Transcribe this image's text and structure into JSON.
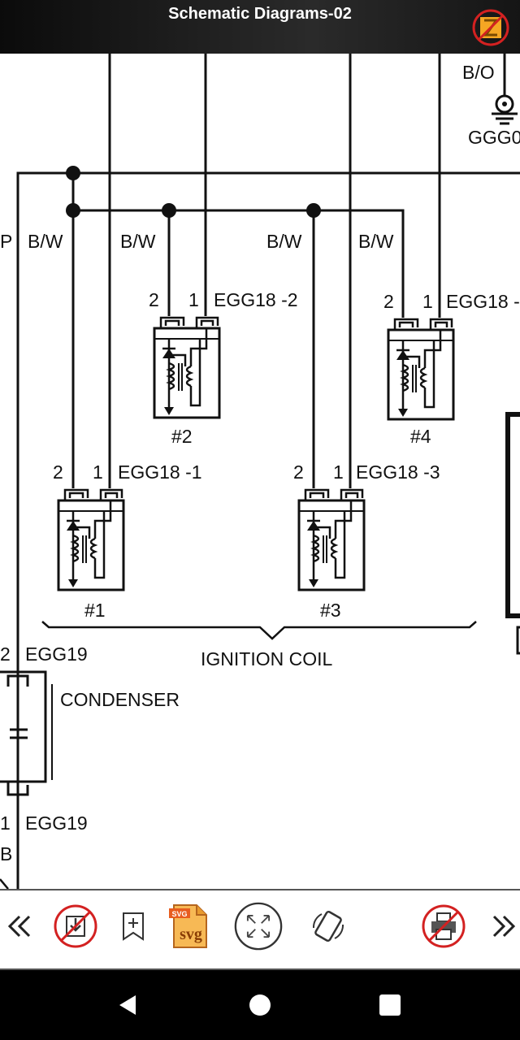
{
  "header": {
    "title": "Schematic Diagrams-02"
  },
  "diagram": {
    "wire_labels": {
      "bo": "B/O",
      "p": "P",
      "bw1": "B/W",
      "bw2": "B/W",
      "bw3": "B/W",
      "bw4": "B/W",
      "b": "B"
    },
    "ground_label": "GGG0",
    "coils": [
      {
        "number": "#1",
        "connector": "EGG18 -1",
        "pin2": "2",
        "pin1": "1"
      },
      {
        "number": "#2",
        "connector": "EGG18 -2",
        "pin2": "2",
        "pin1": "1"
      },
      {
        "number": "#3",
        "connector": "EGG18 -3",
        "pin2": "2",
        "pin1": "1"
      },
      {
        "number": "#4",
        "connector": "EGG18 -",
        "pin2": "2",
        "pin1": "1"
      }
    ],
    "group_label": "IGNITION COIL",
    "condenser": {
      "label": "CONDENSER",
      "top_pin": "2",
      "top_connector": "EGG19",
      "bottom_pin": "1",
      "bottom_connector": "EGG19"
    }
  },
  "toolbar": {
    "items": [
      "chevrons-left-icon",
      "download-disabled-icon",
      "bookmark-add-icon",
      "svg-file-icon",
      "fullscreen-icon",
      "rotate-icon",
      "print-disabled-icon",
      "chevrons-right-icon"
    ]
  },
  "navbar": {
    "items": [
      "back-icon",
      "home-icon",
      "recents-icon"
    ]
  }
}
